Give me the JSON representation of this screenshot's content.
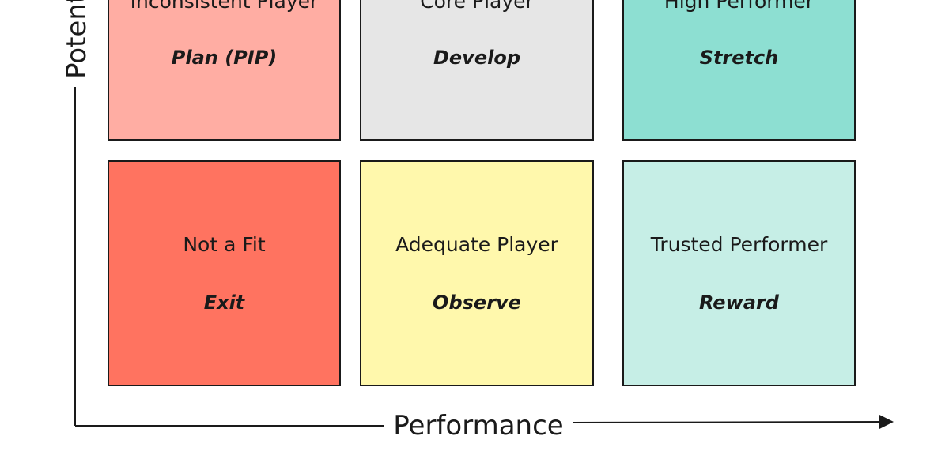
{
  "axes": {
    "x_label": "Performance",
    "y_label": "Potential"
  },
  "cells": [
    {
      "row": "top",
      "col": "left",
      "title": "Inconsistent Player",
      "action": "Plan (PIP)",
      "color": "#ffada3"
    },
    {
      "row": "top",
      "col": "middle",
      "title": "Core Player",
      "action": "Develop",
      "color": "#e6e6e6"
    },
    {
      "row": "top",
      "col": "right",
      "title": "High Performer",
      "action": "Stretch",
      "color": "#8ddfd2"
    },
    {
      "row": "bottom",
      "col": "left",
      "title": "Not a Fit",
      "action": "Exit",
      "color": "#ff7360"
    },
    {
      "row": "bottom",
      "col": "middle",
      "title": "Adequate Player",
      "action": "Observe",
      "color": "#fff8ac"
    },
    {
      "row": "bottom",
      "col": "right",
      "title": "Trusted Performer",
      "action": "Reward",
      "color": "#c6eee6"
    }
  ]
}
